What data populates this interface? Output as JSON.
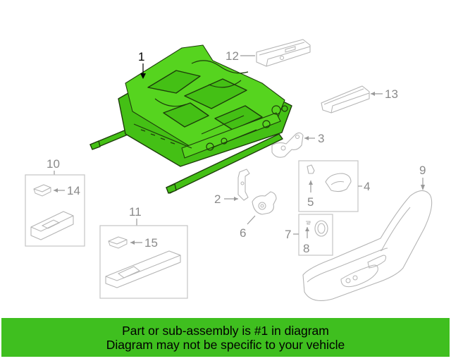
{
  "diagram": {
    "callouts": {
      "c1": "1",
      "c2": "2",
      "c3": "3",
      "c4": "4",
      "c5": "5",
      "c6": "6",
      "c7": "7",
      "c8": "8",
      "c9": "9",
      "c10": "10",
      "c11": "11",
      "c12": "12",
      "c13": "13",
      "c14": "14",
      "c15": "15"
    },
    "highlight_color": "#44c015"
  },
  "banner": {
    "line1": "Part or sub-assembly is #1 in diagram",
    "line2": "Diagram may not be specific to your vehicle",
    "color": "#3fbf1f"
  }
}
